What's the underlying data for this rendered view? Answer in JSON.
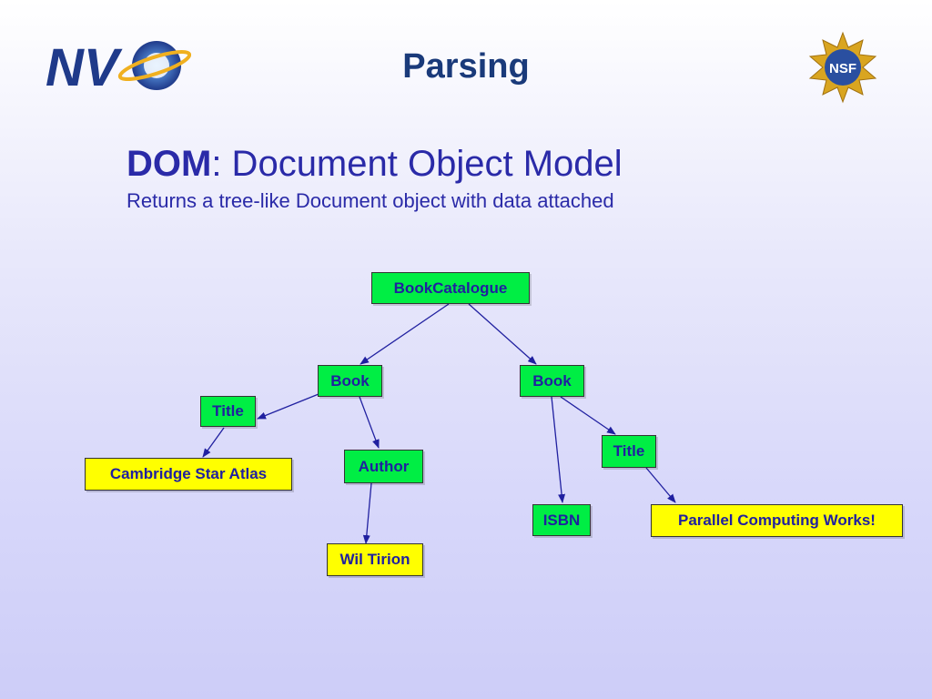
{
  "slide": {
    "title": "Parsing",
    "heading_bold": "DOM",
    "heading_rest": ": Document Object Model",
    "subheading": "Returns a tree-like Document object with data attached"
  },
  "logos": {
    "left": "NVO",
    "right": "NSF"
  },
  "colors": {
    "title": "#1a3a7a",
    "heading": "#2a2aa8",
    "node_text": "#2020a0",
    "element_node": "#00ee44",
    "text_node": "#ffff00",
    "edge": "#2020a0"
  },
  "tree": {
    "root": "BookCatalogue",
    "book1": "Book",
    "book1_title": "Title",
    "book1_title_text": "Cambridge Star Atlas",
    "book1_author": "Author",
    "book1_author_text": "Wil Tirion",
    "book2": "Book",
    "book2_title": "Title",
    "book2_title_text": "Parallel Computing Works!",
    "book2_isbn": "ISBN"
  }
}
